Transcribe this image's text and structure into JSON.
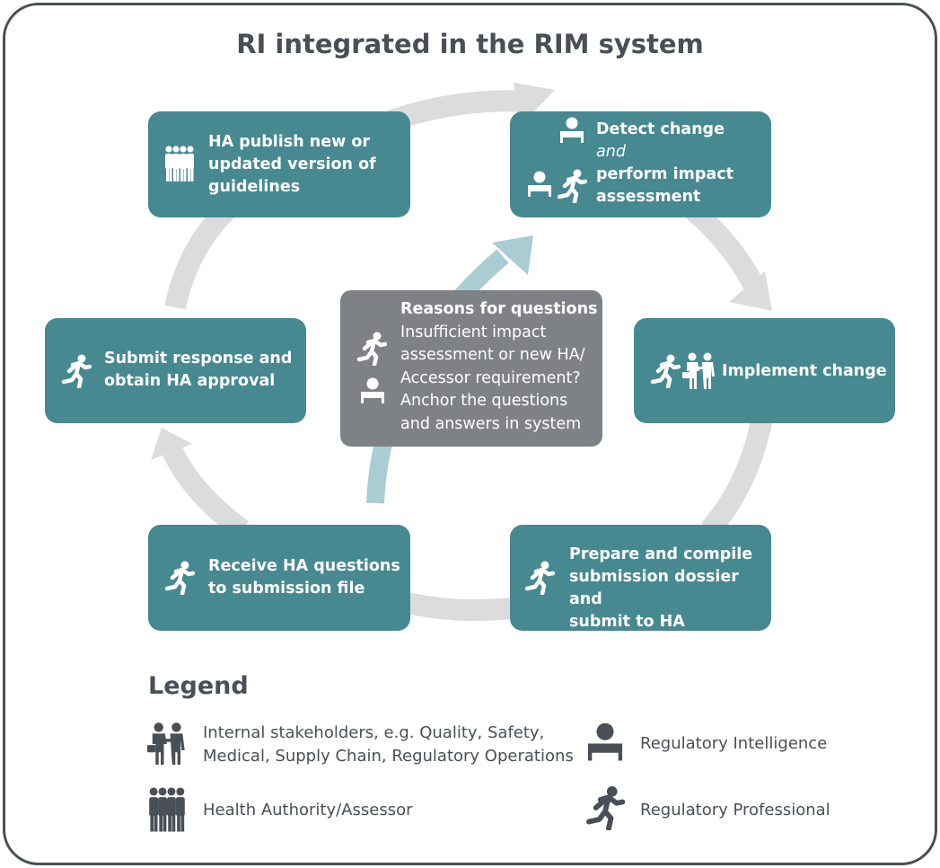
{
  "title": "RI integrated in the RIM system",
  "steps": {
    "publish": {
      "lines": [
        "HA publish new or",
        "updated version of",
        "guidelines"
      ],
      "icon": "health-authority-icon"
    },
    "detect": {
      "line1": "Detect change",
      "line2": "and",
      "line3": "perform impact",
      "line4": "assessment",
      "icons": [
        "regulatory-intelligence-icon",
        "regulatory-intelligence-icon",
        "regulatory-professional-icon"
      ]
    },
    "implement": {
      "lines": [
        "Implement change"
      ],
      "icons": [
        "regulatory-professional-icon",
        "internal-stakeholders-icon"
      ]
    },
    "prepare": {
      "lines": [
        "Prepare and compile",
        "submission dossier and",
        "submit to HA"
      ],
      "icon": "regulatory-professional-icon"
    },
    "receive": {
      "lines": [
        "Receive HA questions",
        "to submission file"
      ],
      "icon": "regulatory-professional-icon"
    },
    "submit": {
      "lines": [
        "Submit response and",
        "obtain HA approval"
      ],
      "icon": "regulatory-professional-icon"
    }
  },
  "center": {
    "heading": "Reasons for questions",
    "lines": [
      "Insufficient impact",
      "assessment or new HA/",
      "Accessor requirement?",
      "Anchor the questions",
      "and answers in system"
    ],
    "icons": [
      "regulatory-professional-icon",
      "regulatory-intelligence-icon"
    ]
  },
  "legend": {
    "title": "Legend",
    "items": [
      {
        "icon": "internal-stakeholders-icon",
        "lines": [
          "Internal stakeholders, e.g. Quality, Safety,",
          "Medical, Supply Chain, Regulatory Operations"
        ]
      },
      {
        "icon": "regulatory-intelligence-icon",
        "lines": [
          "Regulatory Intelligence"
        ]
      },
      {
        "icon": "health-authority-icon",
        "lines": [
          "Health Authority/Assessor"
        ]
      },
      {
        "icon": "regulatory-professional-icon",
        "lines": [
          "Regulatory Professional"
        ]
      }
    ]
  },
  "colors": {
    "step_box": "#478990",
    "center_box": "#7e8287",
    "cycle_arrow": "#dcdcdc",
    "center_arrow": "#a9cdd2",
    "text_dark": "#4a4f57"
  }
}
